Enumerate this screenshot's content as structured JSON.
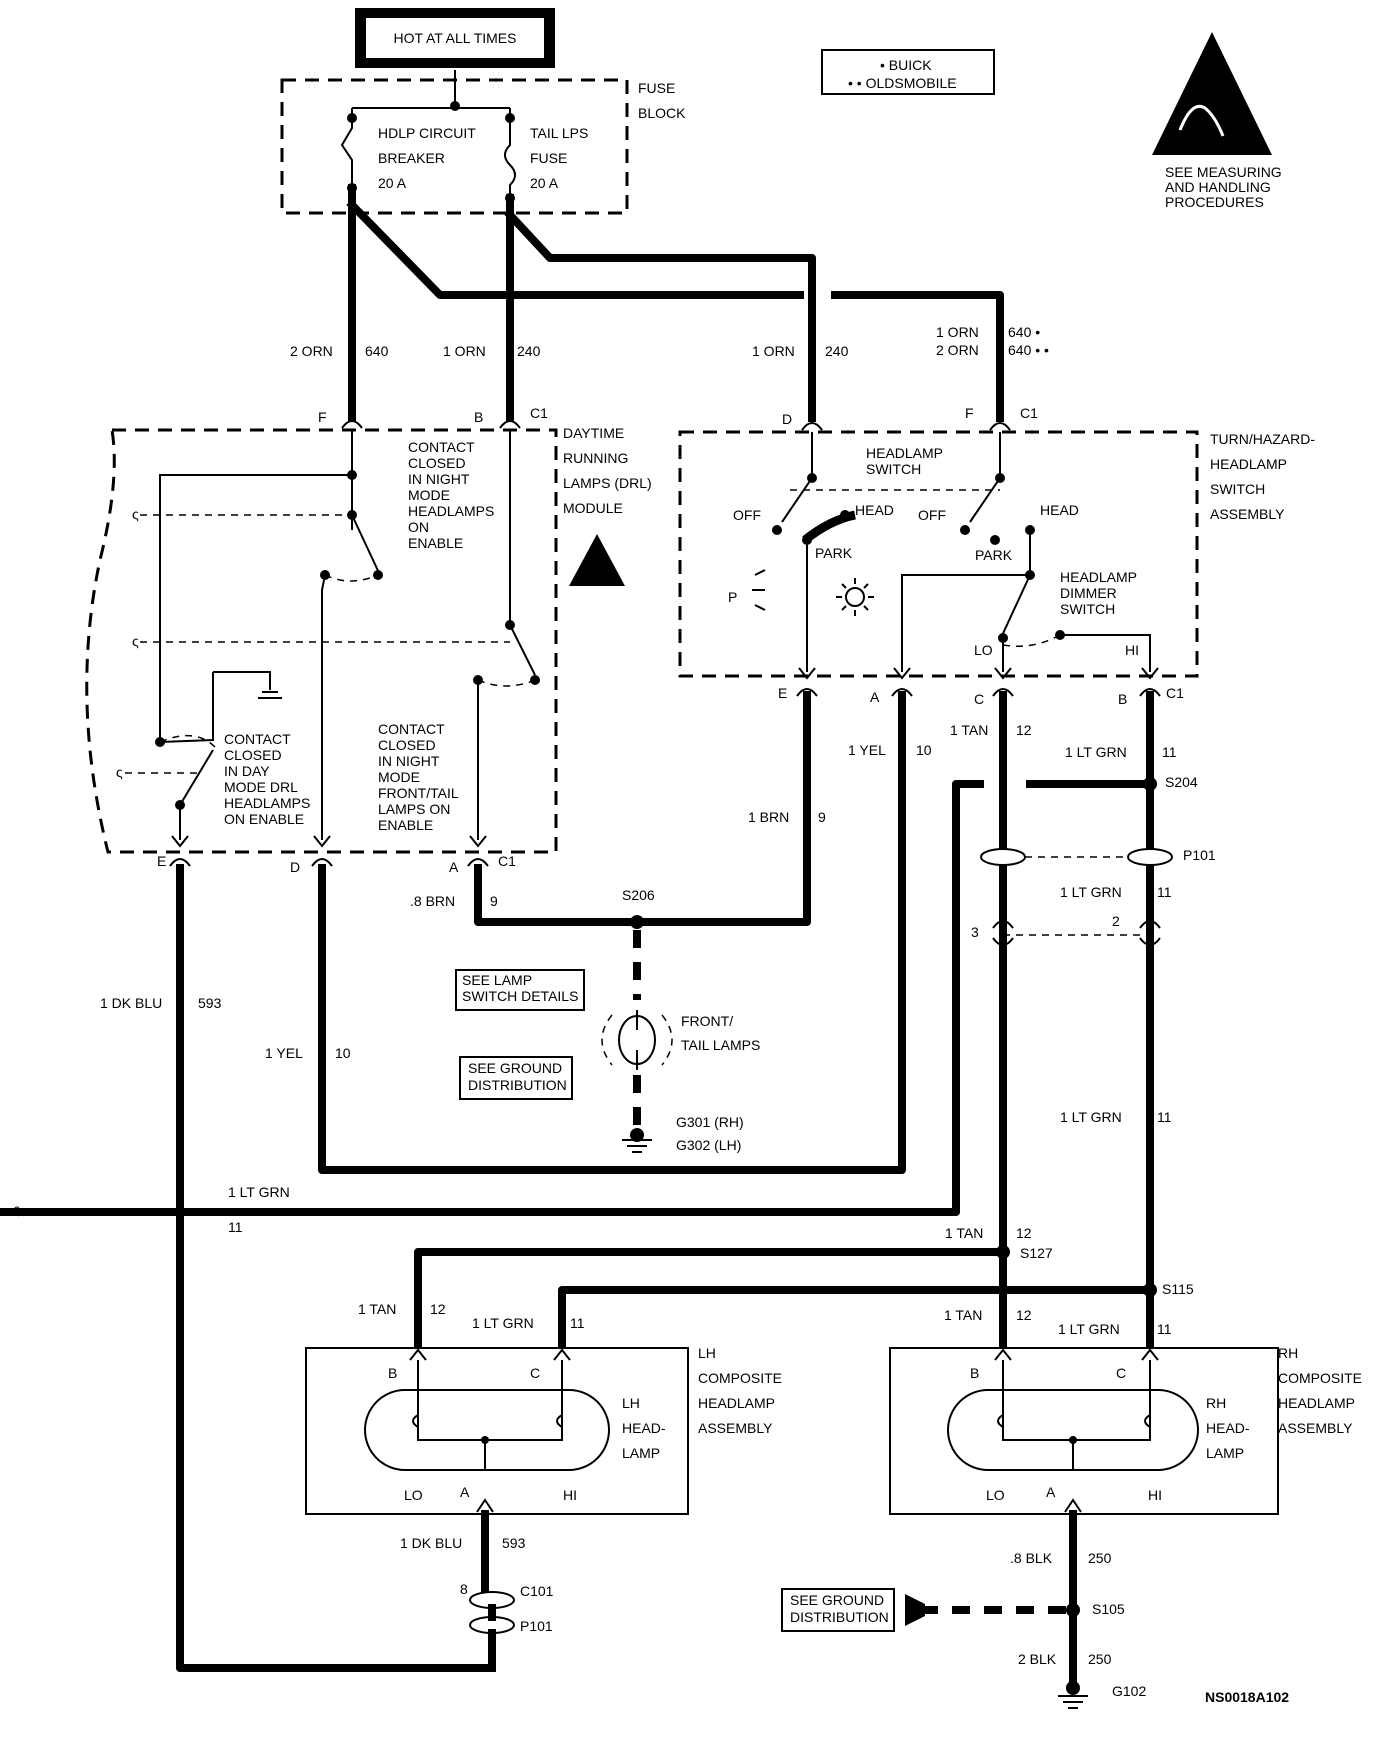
{
  "header": {
    "hot": "HOT AT ALL TIMES",
    "legend_buick": "• BUICK",
    "legend_olds": "• • OLDSMOBILE",
    "esd_note": [
      "SEE MEASURING",
      "AND HANDLING",
      "PROCEDURES"
    ]
  },
  "fuse_block": {
    "label": [
      "FUSE",
      "BLOCK"
    ],
    "hdlp": [
      "HDLP CIRCUIT",
      "BREAKER",
      "20 A"
    ],
    "tail": [
      "TAIL LPS",
      "FUSE",
      "20 A"
    ]
  },
  "wires_top": {
    "w640_left": "2 ORN",
    "w640_left_num": "640",
    "w240_mid": "1 ORN",
    "w240_mid_num": "240",
    "w240_right": "1 ORN",
    "w240_right_num": "240",
    "w640_r1": "1 ORN",
    "w640_r1_num": "640 •",
    "w640_r2": "2 ORN",
    "w640_r2_num": "640 • •"
  },
  "drl": {
    "label": [
      "DAYTIME",
      "RUNNING",
      "LAMPS (DRL)",
      "MODULE"
    ],
    "contact_night": [
      "CONTACT",
      "CLOSED",
      "IN NIGHT",
      "MODE",
      "HEADLAMPS",
      "ON",
      "ENABLE"
    ],
    "contact_day": [
      "CONTACT",
      "CLOSED",
      "IN DAY",
      "MODE DRL",
      "HEADLAMPS",
      "ON ENABLE"
    ],
    "contact_front": [
      "CONTACT",
      "CLOSED",
      "IN NIGHT",
      "MODE",
      "FRONT/TAIL",
      "LAMPS ON",
      "ENABLE"
    ],
    "pin_f": "F",
    "pin_b": "B",
    "pin_c1_top": "C1",
    "pin_e": "E",
    "pin_d": "D",
    "pin_a": "A",
    "pin_c1_bot": "C1"
  },
  "switch": {
    "label": [
      "TURN/HAZARD-",
      "HEADLAMP",
      "SWITCH",
      "ASSEMBLY"
    ],
    "headlamp_switch": [
      "HEADLAMP",
      "SWITCH"
    ],
    "off1": "OFF",
    "head1": "HEAD",
    "park1": "PARK",
    "off2": "OFF",
    "head2": "HEAD",
    "park2": "PARK",
    "p_symbol": "P",
    "dimmer": [
      "HEADLAMP",
      "DIMMER",
      "SWITCH"
    ],
    "lo": "LO",
    "hi": "HI",
    "pin_d": "D",
    "pin_f": "F",
    "pin_c1_top": "C1",
    "pin_e": "E",
    "pin_a": "A",
    "pin_c": "C",
    "pin_b": "B",
    "pin_c1_bot": "C1"
  },
  "wires_mid": {
    "tan12": "1 TAN",
    "tan12_num": "12",
    "ltgrn11": "1 LT GRN",
    "ltgrn11_num": "11",
    "yel10": "1 YEL",
    "yel10_num": "10",
    "brn9": "1 BRN",
    "brn9_num": "9",
    "brn9_08": ".8 BRN",
    "brn9_08_num": "9",
    "s204": "S204",
    "p101": "P101",
    "ltgrn11_b": "1 LT GRN",
    "ltgrn11_b_num": "11",
    "pin3": "3",
    "pin2": "2",
    "s206": "S206",
    "dkblu": "1 DK BLU",
    "dkblu_num": "593",
    "yel10_b": "1 YEL",
    "yel10_b_num": "10",
    "see_lamp": [
      "SEE LAMP",
      "SWITCH DETAILS"
    ],
    "see_ground1": [
      "SEE GROUND",
      "DISTRIBUTION"
    ],
    "front_tail": [
      "FRONT/",
      "TAIL LAMPS"
    ],
    "g301": "G301 (RH)",
    "g302": "G302 (LH)",
    "ltgrn11_c": "1 LT GRN",
    "ltgrn11_c_num": "11",
    "ltgrn_long": "1 LT GRN",
    "ltgrn_long_num": "11",
    "tan12_b": "1 TAN",
    "tan12_b_num": "12",
    "s127": "S127",
    "s115": "S115"
  },
  "lh": {
    "label": [
      "LH",
      "COMPOSITE",
      "HEADLAMP",
      "ASSEMBLY"
    ],
    "lamp": [
      "LH",
      "HEAD-",
      "LAMP"
    ],
    "tan": "1 TAN",
    "tan_num": "12",
    "ltgrn": "1 LT GRN",
    "ltgrn_num": "11",
    "pin_b": "B",
    "pin_c": "C",
    "pin_a": "A",
    "lo": "LO",
    "hi": "HI",
    "dkblu": "1 DK BLU",
    "dkblu_num": "593",
    "pin8": "8",
    "c101": "C101",
    "p101": "P101"
  },
  "rh": {
    "label": [
      "RH",
      "COMPOSITE",
      "HEADLAMP",
      "ASSEMBLY"
    ],
    "lamp": [
      "RH",
      "HEAD-",
      "LAMP"
    ],
    "tan": "1 TAN",
    "tan_num": "12",
    "ltgrn": "1 LT GRN",
    "ltgrn_num": "11",
    "pin_b": "B",
    "pin_c": "C",
    "pin_a": "A",
    "lo": "LO",
    "hi": "HI",
    "blk08": ".8 BLK",
    "blk08_num": "250",
    "see_ground": [
      "SEE GROUND",
      "DISTRIBUTION"
    ],
    "s105": "S105",
    "blk2": "2 BLK",
    "blk2_num": "250",
    "g102": "G102"
  },
  "footer": {
    "code": "NS0018A102"
  }
}
